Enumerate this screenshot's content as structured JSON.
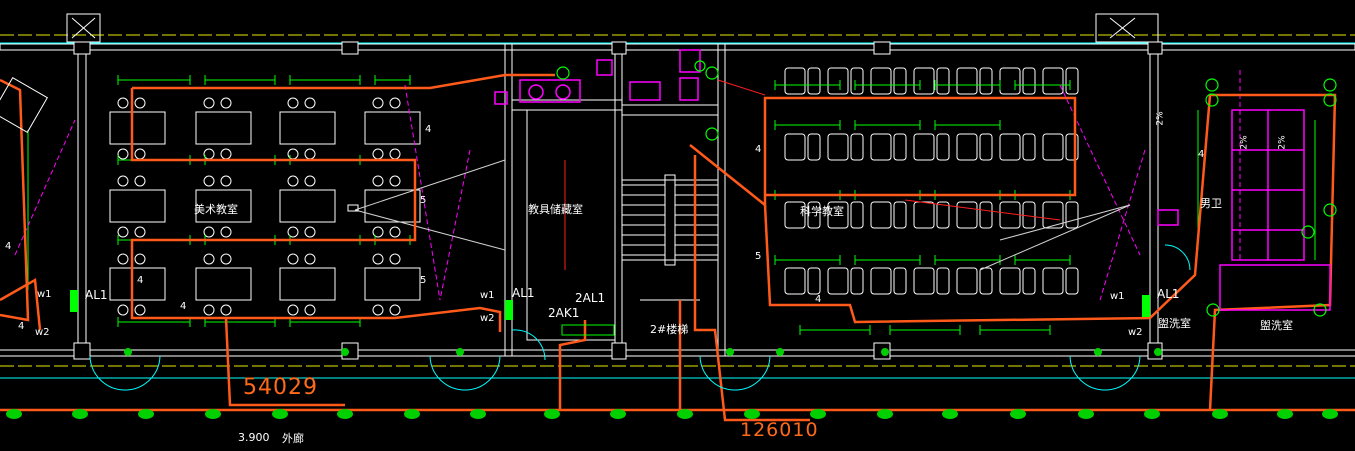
{
  "title": "CAD floor plan – lighting/electrical layout",
  "rooms": {
    "art_room": "美术教室",
    "storage_room": "教具储藏室",
    "science_room": "科学教室",
    "wash_left": "盥洗室",
    "wash_right": "盥洗室",
    "stair": "2#楼梯",
    "corridor": "外廊",
    "right_room": "男卫"
  },
  "panels": {
    "al1_left": "AL1",
    "al1_mid": "AL1",
    "al1_right": "AL1",
    "al1_2": "2AL1",
    "ak1_2": "2AK1",
    "w1_a": "w1",
    "w2_a": "w2",
    "w1_b": "w1",
    "w2_b": "w2",
    "w1_c": "w1",
    "w2_c": "w2"
  },
  "circuit_numbers": {
    "n4_a": "4",
    "n4_b": "4",
    "n4_c": "4",
    "n5_a": "5",
    "n5_b": "5",
    "n4_d": "4",
    "n4_e": "4",
    "n5_c": "5",
    "n4_f": "4",
    "n4_g": "4",
    "n4_h": "4"
  },
  "dimensions": {
    "length_1": "54029",
    "length_2": "126010",
    "elevation": "3.900",
    "slope_1": "2%",
    "slope_2": "2%",
    "slope_3": "2%"
  },
  "colors": {
    "background": "#000000",
    "walls": "#ffffff",
    "wire": "#ff5a1a",
    "fixtures": "#00ff00",
    "dims": "#ffff00",
    "doors": "#00ffff",
    "sanitary": "#ff00ff"
  }
}
